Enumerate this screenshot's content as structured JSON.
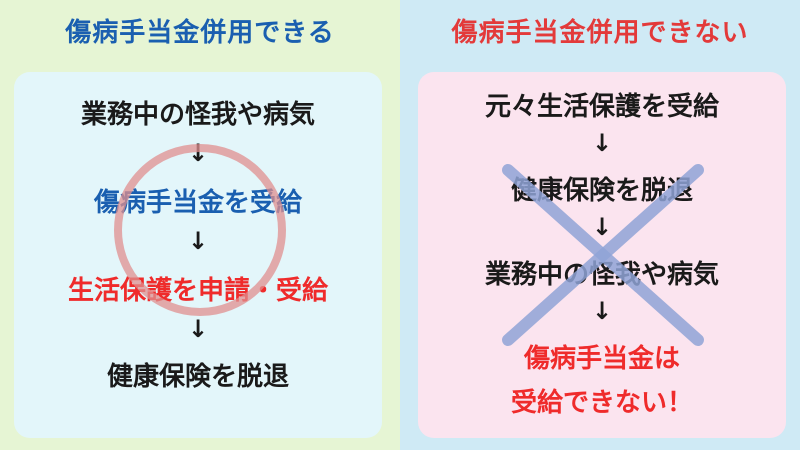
{
  "left": {
    "heading": "傷病手当金併用できる",
    "steps": [
      "業務中の怪我や病気",
      "傷病手当金を受給",
      "生活保護を申請・受給",
      "健康保険を脱退"
    ],
    "arrow": "↓",
    "mark_icon": "circle-ok-icon"
  },
  "right": {
    "heading": "傷病手当金併用できない",
    "steps": [
      "元々生活保護を受給",
      "健康保険を脱退",
      "業務中の怪我や病気",
      "傷病手当金は",
      "受給できない！"
    ],
    "arrow": "↓",
    "mark_icon": "cross-ng-icon"
  },
  "colors": {
    "left_background": "#e6f5d4",
    "right_background": "#cfeaf5",
    "left_card": "#e3f6fa",
    "right_card": "#fbe4ef",
    "left_heading": "#1a5fb0",
    "right_heading": "#e33a3a",
    "highlight_blue": "#1a5fb0",
    "highlight_red": "#ef2b2b",
    "circle_mark": "#e08f8f",
    "cross_mark": "#8fa3d6"
  }
}
